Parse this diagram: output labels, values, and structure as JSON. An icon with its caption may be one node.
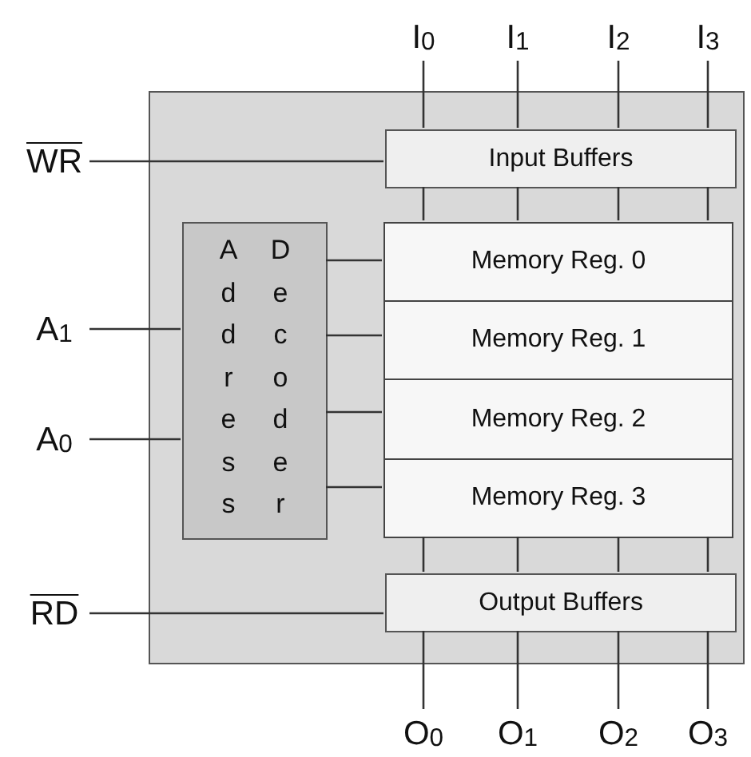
{
  "diagram": {
    "nodes": [
      {
        "text": [
          "I$_{0}$"
        ]
      },
      {
        "text": [
          "I$_{1}$"
        ]
      },
      {
        "text": [
          "I$_{2}$"
        ]
      },
      {
        "text": [
          "I$_{3}$"
        ]
      },
      {
        "text": [
          "WR"
        ]
      },
      {
        "text": [],
        "shape": "box"
      },
      {
        "text": [
          "Input Buffers"
        ],
        "in": 5
      },
      {
        "text": [
          "Address",
          "Decoder"
        ],
        "in": 5
      },
      {
        "text": [
          "Memory Reg. 0"
        ],
        "in": 5
      },
      {
        "text": [
          "Memory Reg. 1"
        ],
        "in": 5
      },
      {
        "text": [
          "Memory Reg. 2"
        ],
        "in": 5
      },
      {
        "text": [
          "Memory Reg. 3"
        ],
        "in": 5
      },
      {
        "text": [
          "A$_{1}$"
        ]
      },
      {
        "text": [
          "A$_{0}$"
        ]
      },
      {
        "text": [
          "Output Buffers"
        ],
        "in": 5
      },
      {
        "text": [
          "RD"
        ]
      },
      {
        "text": [
          "O$_{0}$"
        ]
      },
      {
        "text": [
          "O$_{1}$"
        ]
      },
      {
        "text": [
          "O$_{2}$"
        ]
      },
      {
        "text": [
          "O$_{3}$"
        ]
      }
    ],
    "edges": [
      {
        "from": 0,
        "to": 6,
        "arrow": "none"
      },
      {
        "from": 1,
        "to": 6,
        "arrow": "none"
      },
      {
        "from": 2,
        "to": 6,
        "arrow": "none"
      },
      {
        "from": 3,
        "to": 6,
        "arrow": "none"
      },
      {
        "from": 4,
        "to": 6,
        "arrow": "none"
      },
      {
        "from": 6,
        "to": 8,
        "arrow": "none"
      },
      {
        "from": 6,
        "to": 8,
        "arrow": "none"
      },
      {
        "from": 6,
        "to": 8,
        "arrow": "none"
      },
      {
        "from": 6,
        "to": 8,
        "arrow": "none"
      },
      {
        "from": 12,
        "to": 7,
        "arrow": "none"
      },
      {
        "from": 13,
        "to": 7,
        "arrow": "none"
      },
      {
        "from": 7,
        "to": 8,
        "arrow": "none"
      },
      {
        "from": 7,
        "to": 9,
        "arrow": "none"
      },
      {
        "from": 7,
        "to": 10,
        "arrow": "none"
      },
      {
        "from": 7,
        "to": 11,
        "arrow": "none"
      },
      {
        "from": 11,
        "to": 14,
        "arrow": "none"
      },
      {
        "from": 11,
        "to": 14,
        "arrow": "none"
      },
      {
        "from": 11,
        "to": 14,
        "arrow": "none"
      },
      {
        "from": 11,
        "to": 14,
        "arrow": "none"
      },
      {
        "from": 15,
        "to": 14,
        "arrow": "none"
      },
      {
        "from": 14,
        "to": 16,
        "arrow": "none"
      },
      {
        "from": 14,
        "to": 17,
        "arrow": "none"
      },
      {
        "from": 14,
        "to": 18,
        "arrow": "none"
      },
      {
        "from": 14,
        "to": 19,
        "arrow": "none"
      }
    ]
  }
}
